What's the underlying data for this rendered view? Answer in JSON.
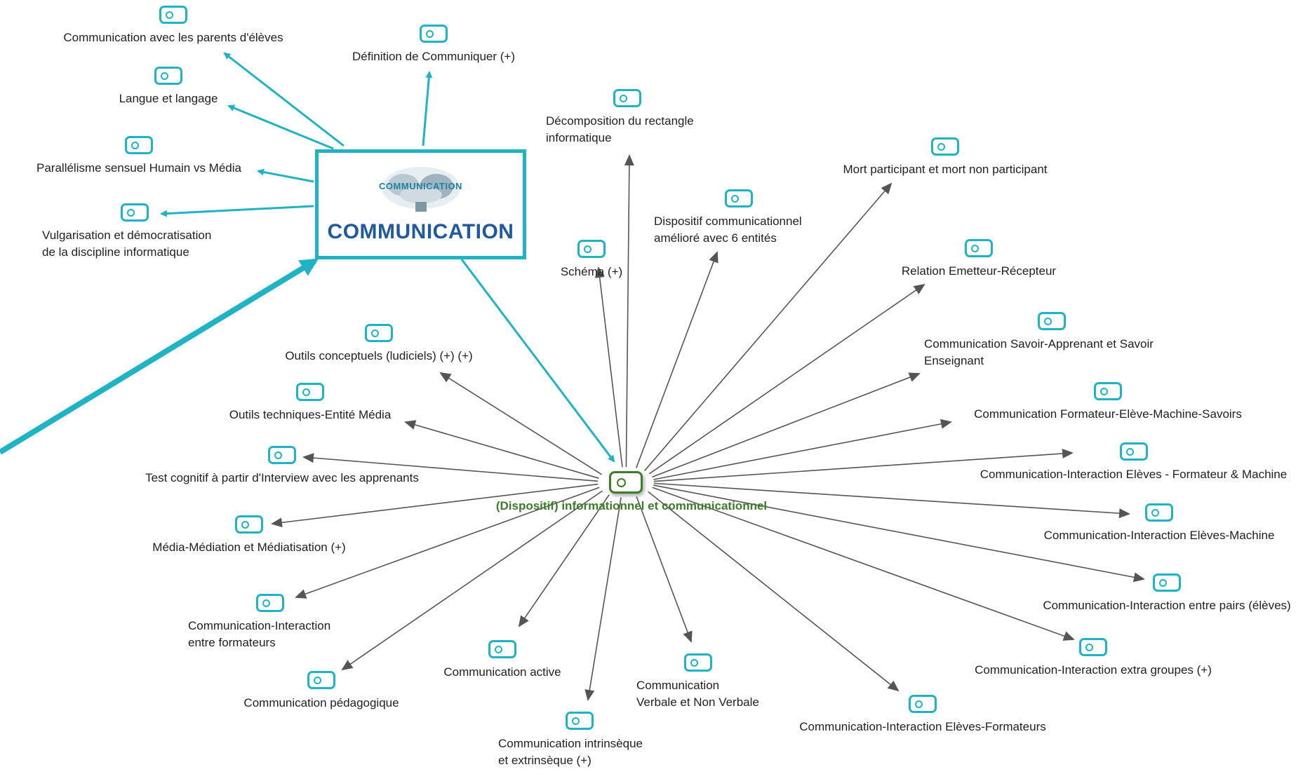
{
  "central": {
    "title": "COMMUNICATION",
    "image_text": "COMMUNICATION"
  },
  "hub": {
    "label": "(Dispositif) informationnel et communicationnel"
  },
  "colors": {
    "accent": "#1fb3c4",
    "hub": "#3e7b2a",
    "edge": "#555555"
  },
  "central_children": [
    {
      "id": "parents",
      "label": "Communication avec les parents d'élèves"
    },
    {
      "id": "definition",
      "label": "Définition de Communiquer (+)"
    },
    {
      "id": "langue",
      "label": "Langue et langage"
    },
    {
      "id": "parallelisme",
      "label": "Parallélisme sensuel Humain vs Média"
    },
    {
      "id": "vulgarisation",
      "label": "Vulgarisation et démocratisation\nde la discipline informatique"
    }
  ],
  "hub_children": [
    {
      "id": "decomposition",
      "label": "Décomposition du rectangle\ninformatique"
    },
    {
      "id": "mort",
      "label": "Mort participant et mort non participant"
    },
    {
      "id": "dispositif6",
      "label": "Dispositif communicationnel\namélioré avec 6 entités"
    },
    {
      "id": "schema",
      "label": "Schéma (+)"
    },
    {
      "id": "relation",
      "label": "Relation Emetteur-Récepteur"
    },
    {
      "id": "savoir",
      "label": "Communication Savoir-Apprenant et Savoir\nEnseignant"
    },
    {
      "id": "outils-conc",
      "label": "Outils conceptuels (ludiciels) (+) (+)"
    },
    {
      "id": "formateur-eleve",
      "label": "Communication Formateur-Elève-Machine-Savoirs"
    },
    {
      "id": "outils-tech",
      "label": "Outils techniques-Entité Média"
    },
    {
      "id": "interaction-efm",
      "label": "Communication-Interaction Elèves - Formateur & Machine"
    },
    {
      "id": "test",
      "label": "Test cognitif à partir d'Interview avec les apprenants"
    },
    {
      "id": "interaction-em",
      "label": "Communication-Interaction Elèves-Machine"
    },
    {
      "id": "media",
      "label": "Média-Médiation et Médiatisation (+)"
    },
    {
      "id": "pairs",
      "label": "Communication-Interaction entre pairs (élèves)"
    },
    {
      "id": "entre-formateurs",
      "label": "Communication-Interaction\nentre formateurs"
    },
    {
      "id": "extra",
      "label": "Communication-Interaction extra groupes (+)"
    },
    {
      "id": "pedagogique",
      "label": "Communication pédagogique"
    },
    {
      "id": "active",
      "label": "Communication active"
    },
    {
      "id": "verbale",
      "label": "Communication\nVerbale et Non Verbale"
    },
    {
      "id": "eleves-formateurs",
      "label": "Communication-Interaction Elèves-Formateurs"
    },
    {
      "id": "intrinseque",
      "label": "Communication intrinsèque\net extrinsèque (+)"
    }
  ]
}
